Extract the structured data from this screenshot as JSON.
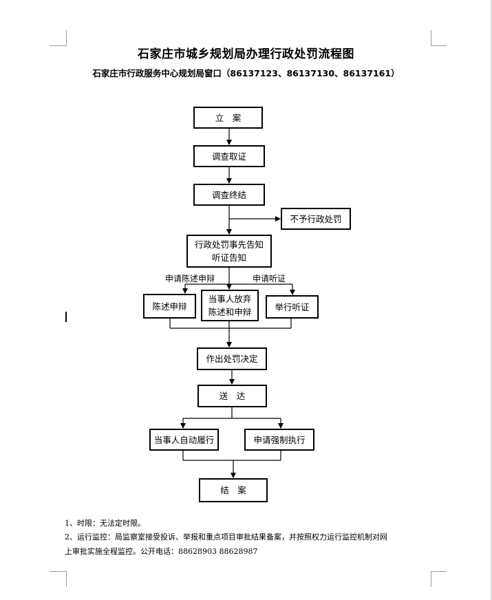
{
  "title": "石家庄市城乡规划局办理行政处罚流程图",
  "subtitle": "石家庄市行政服务中心规划局窗口（86137123、86137130、86137161）",
  "steps": {
    "file_case": "立　案",
    "investigate": "调查取证",
    "investigation_end": "调查终结",
    "no_penalty": "不予行政处罚",
    "notice_line1": "行政处罚事先告知",
    "notice_line2": "听证告知",
    "statement": "陈述申辩",
    "waive_line1": "当事人放弃",
    "waive_line2": "陈述和申辩",
    "hearing": "举行听证",
    "decision": "作出处罚决定",
    "deliver": "送　达",
    "self_perform": "当事人自动履行",
    "enforce": "申请强制执行",
    "close_case": "结　案"
  },
  "branch_labels": {
    "apply_statement": "申请陈述申辩",
    "apply_hearing": "申请听证"
  },
  "notes": {
    "line1": "1、时限：无法定时限。",
    "line2": "2、运行监控：局监察室接受投诉、举报和重点项目审批结果备案，并按照权力运行监控机制对网",
    "line3": "上审批实施全程监控。公开电话：88628903 88628987"
  }
}
